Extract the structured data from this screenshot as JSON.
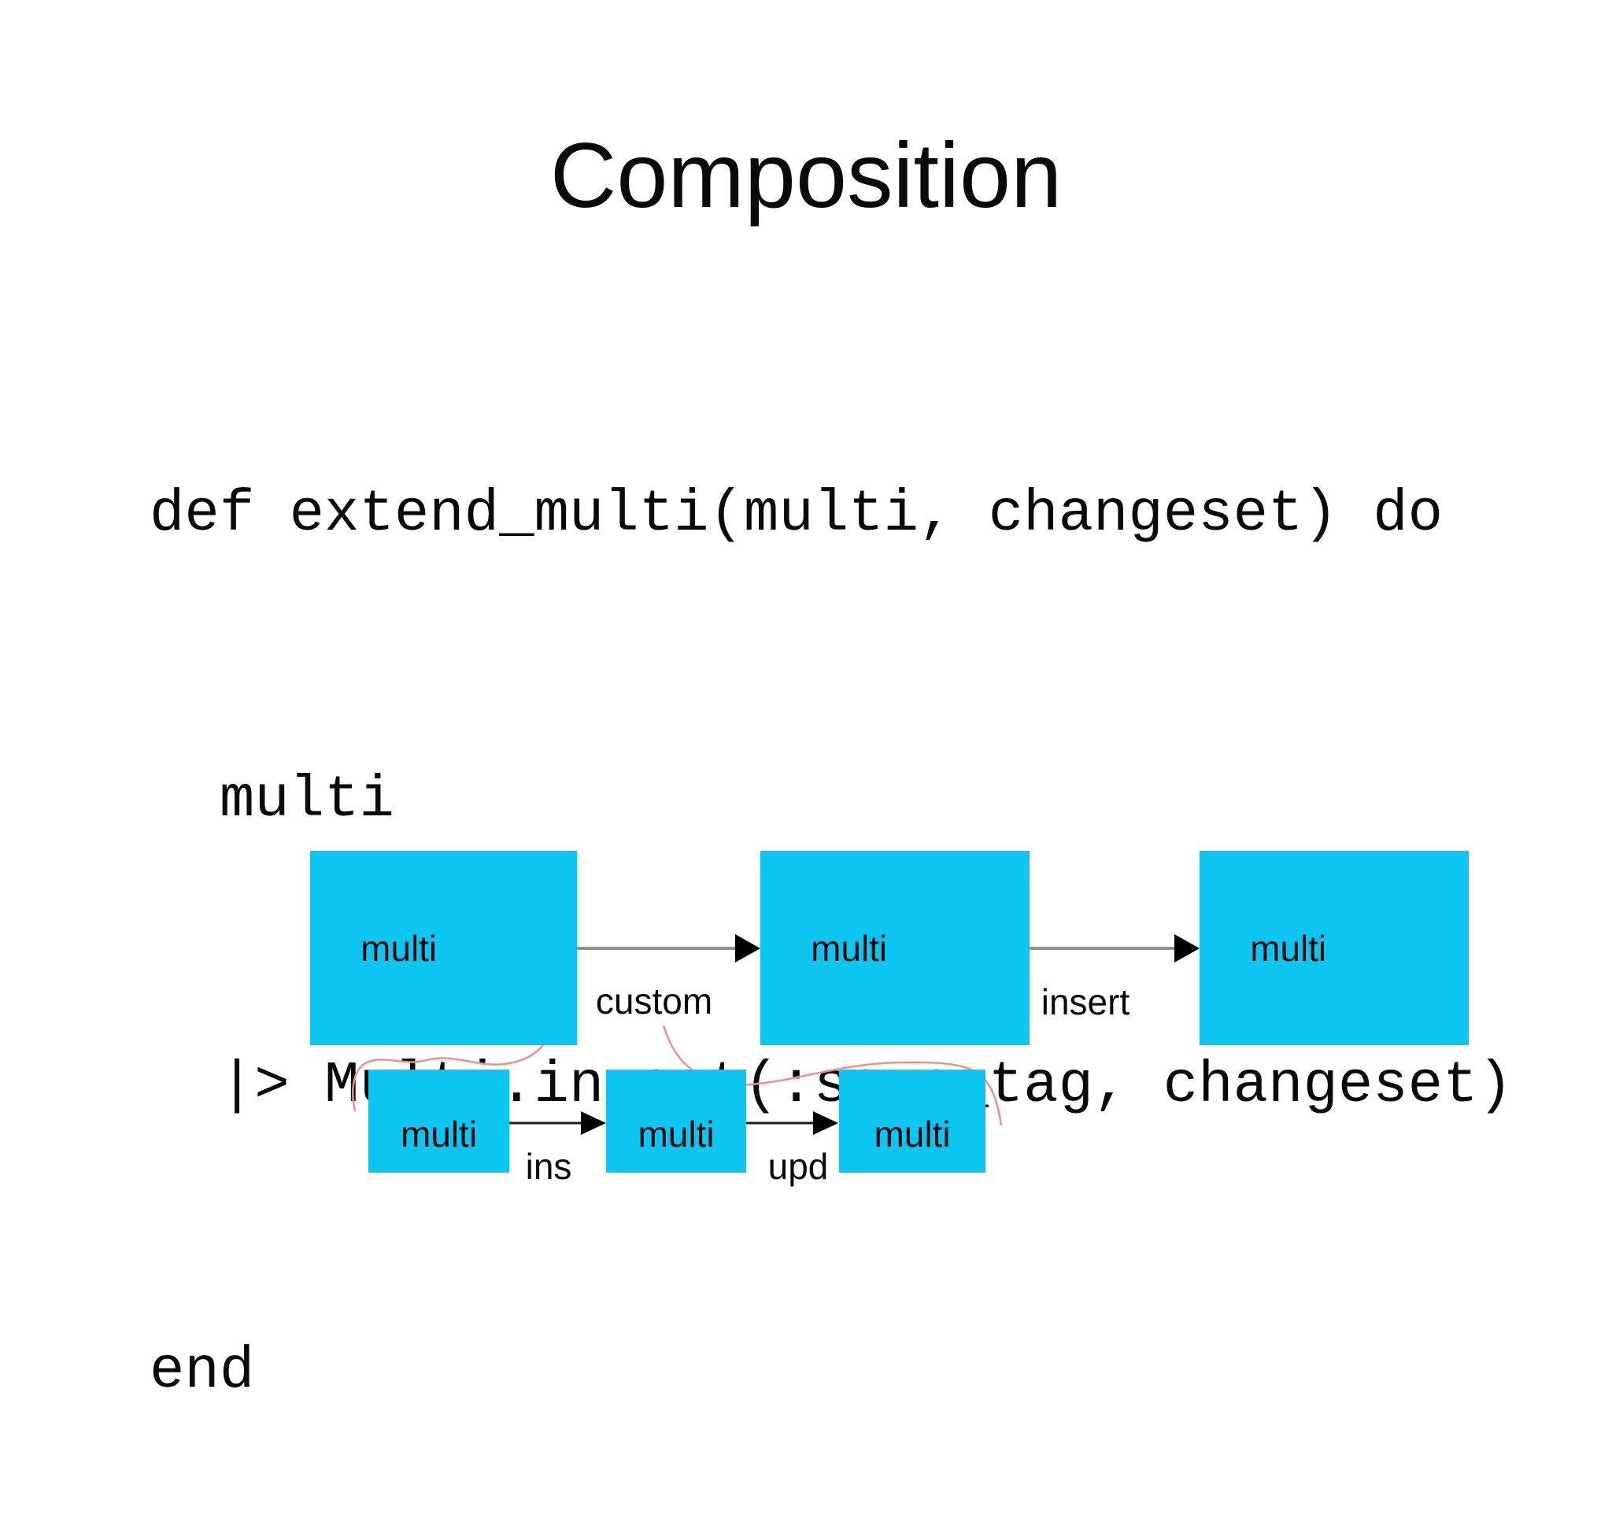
{
  "slide_title": "Composition",
  "code": {
    "lines": [
      "def extend_multi(multi, changeset) do",
      "  multi",
      "  |> Multi.insert(:some_tag, changeset)",
      "end"
    ]
  },
  "diagram": {
    "top_row": [
      {
        "label": "multi"
      },
      {
        "label": "multi"
      },
      {
        "label": "multi"
      }
    ],
    "bottom_row": [
      {
        "label": "multi"
      },
      {
        "label": "multi"
      },
      {
        "label": "multi"
      }
    ],
    "arrow_labels": {
      "custom": "custom",
      "insert": "insert",
      "ins": "ins",
      "upd": "upd"
    },
    "colors": {
      "box_fill": "#0dc5f1",
      "top_arrow_line": "#8f8f8f",
      "bottom_arrow_line": "#1a1a1a",
      "arrow_head": "#000000",
      "annotation": "#ef9090"
    }
  }
}
